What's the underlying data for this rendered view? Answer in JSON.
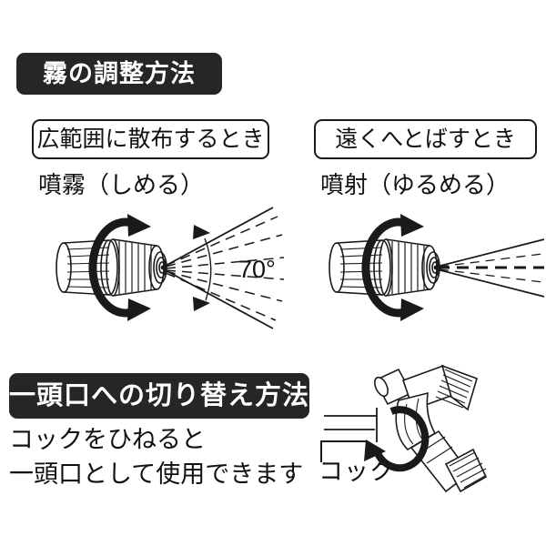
{
  "page": {
    "background_color": "#ffffff",
    "ink_color": "#111111",
    "banner_color": "#262626",
    "banner_text_color": "#ffffff"
  },
  "section_spray": {
    "banner_label": "霧の調整方法",
    "columns": [
      {
        "box_label": "広範囲に散布するとき",
        "caption": "噴霧（しめる）",
        "angle_label": "70°",
        "spray_type": "wide-fan",
        "nozzle_icon": "spray-nozzle-icon",
        "rotation_icon": "rotation-arrow-icon"
      },
      {
        "box_label": "遠くへとばすとき",
        "caption": "噴射（ゆるめる）",
        "spray_type": "narrow-jet",
        "nozzle_icon": "spray-nozzle-icon",
        "rotation_icon": "rotation-arrow-icon"
      }
    ]
  },
  "section_single_outlet": {
    "banner_label": "一頭口への切り替え方法",
    "body_line_1": "コックをひねると",
    "body_line_2": "一頭口として使用できます",
    "cock_label": "コック",
    "valve_icon": "cock-valve-icon",
    "rotation_icon": "rotation-arrow-icon"
  }
}
